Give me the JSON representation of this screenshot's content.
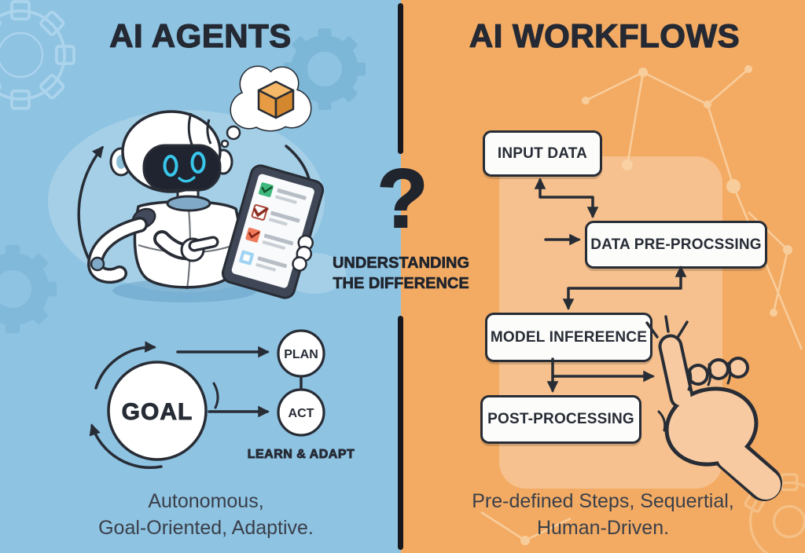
{
  "colors": {
    "left_bg": "#8ec3e2",
    "right_bg": "#f3ab64",
    "ink": "#272c35",
    "divider": "#16181d",
    "card_bg": "#fcfcfb",
    "accent_cyan": "#38c6ea",
    "cube_orange": "#f5b768",
    "hand_skin": "#f8caa2"
  },
  "icons": {
    "left_decorations": "gear-icon",
    "right_decorations": "network-nodes-icon",
    "robot": "robot-mascot-icon",
    "robot_thought": "thought-bubble-icon",
    "thought_content": "package-cube-icon",
    "tablet": "checklist-tablet-icon",
    "cursor": "hand-cursor-icon",
    "center_symbol": "question-mark"
  },
  "left_panel": {
    "title": "AI AGENTS",
    "goal_cycle": {
      "goal": "GOAL",
      "plan": "PLAN",
      "act": "ACT",
      "learn_adapt": "LEARN & ADAPT"
    },
    "summary": {
      "line1": "Autonomous,",
      "line2": "Goal-Oriented, Adaptive."
    }
  },
  "center": {
    "question_mark": "?",
    "subtitle": {
      "line1": "UNDERSTANDING",
      "line2": "THE DIFFERENCE"
    }
  },
  "right_panel": {
    "title": "AI WORKFLOWS",
    "flow_steps": [
      "INPUT DATA",
      "DATA PRE-PROCSSING",
      "MODEL INFEREENCE",
      "POST-PROCESSING"
    ],
    "summary": {
      "line1": "Pre-defined Steps, Sequertial,",
      "line2": "Human-Driven."
    }
  }
}
